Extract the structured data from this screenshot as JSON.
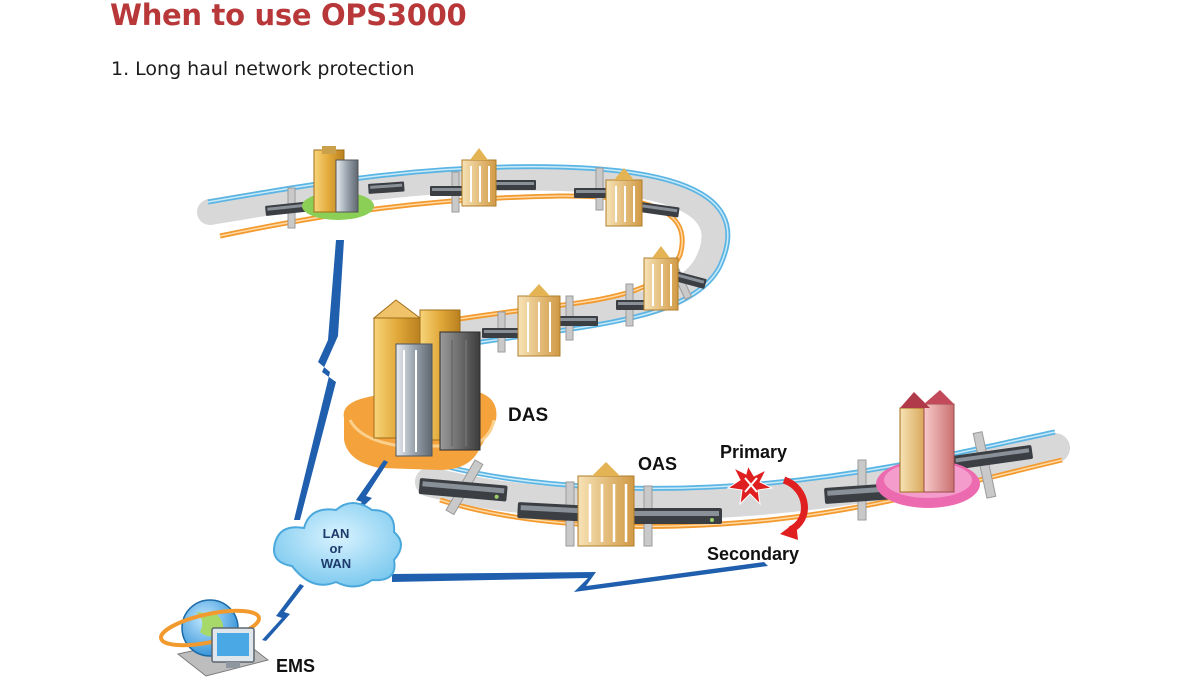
{
  "page": {
    "title": "When to use OPS3000",
    "subtitle": "1. Long haul network protection"
  },
  "diagram": {
    "labels": {
      "das": "DAS",
      "oas": "OAS",
      "primary": "Primary",
      "secondary": "Secondary",
      "ems": "EMS",
      "cloud_line1": "LAN",
      "cloud_line2": "or",
      "cloud_line3": "WAN"
    },
    "colors": {
      "title": "#b8383a",
      "fiber_blue": "#5bb5e4",
      "fiber_orange": "#f29a2e",
      "road": "#d4d4d4",
      "lightning": "#1f5fae",
      "das_base": "#f4a23c",
      "end_base_pink": "#ec6bb0",
      "start_base_green": "#8ccf57",
      "cloud": "#8fd3f0",
      "fault": "#e02020"
    }
  }
}
